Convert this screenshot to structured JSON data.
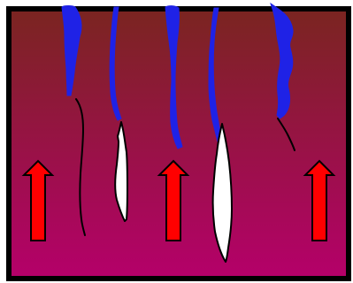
{
  "diagram": {
    "colors": {
      "background_top": "#7a2520",
      "background_bottom": "#b5006a",
      "border": "#000000",
      "blue_streak": "#1f22e6",
      "crack_fill": "#ffffff",
      "crack_outline": "#000000",
      "arrow_fill": "#ff0000",
      "arrow_outline": "#000000",
      "page_background": "#ffffff"
    },
    "counts": {
      "blue_streaks": 5,
      "black_cracks": 2,
      "white_cracks": 2,
      "upward_arrows": 3
    },
    "icons": {
      "arrow": "up-arrow-icon"
    }
  }
}
